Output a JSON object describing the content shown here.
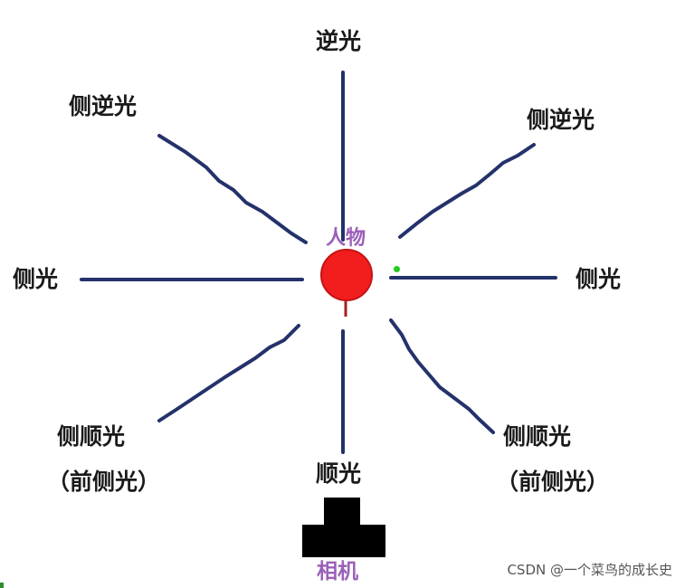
{
  "colors": {
    "line": "#24326b",
    "subject": "#f21d1d",
    "camera": "#000000",
    "subject_label": "#9b5fb8",
    "text": "#1a1a1a"
  },
  "labels": {
    "back_light": "逆光",
    "side_back_left": "侧逆光",
    "side_back_right": "侧逆光",
    "side_left": "侧光",
    "side_right": "侧光",
    "side_front_left": "侧顺光",
    "side_front_left_sub": "（前侧光）",
    "side_front_right": "侧顺光",
    "side_front_right_sub": "（前侧光）",
    "front_light": "顺光",
    "subject": "人物",
    "camera": "相机"
  },
  "watermark": "CSDN @一个菜鸟的成长史",
  "icons": {
    "subject": "subject-circle-icon",
    "camera": "camera-icon"
  }
}
